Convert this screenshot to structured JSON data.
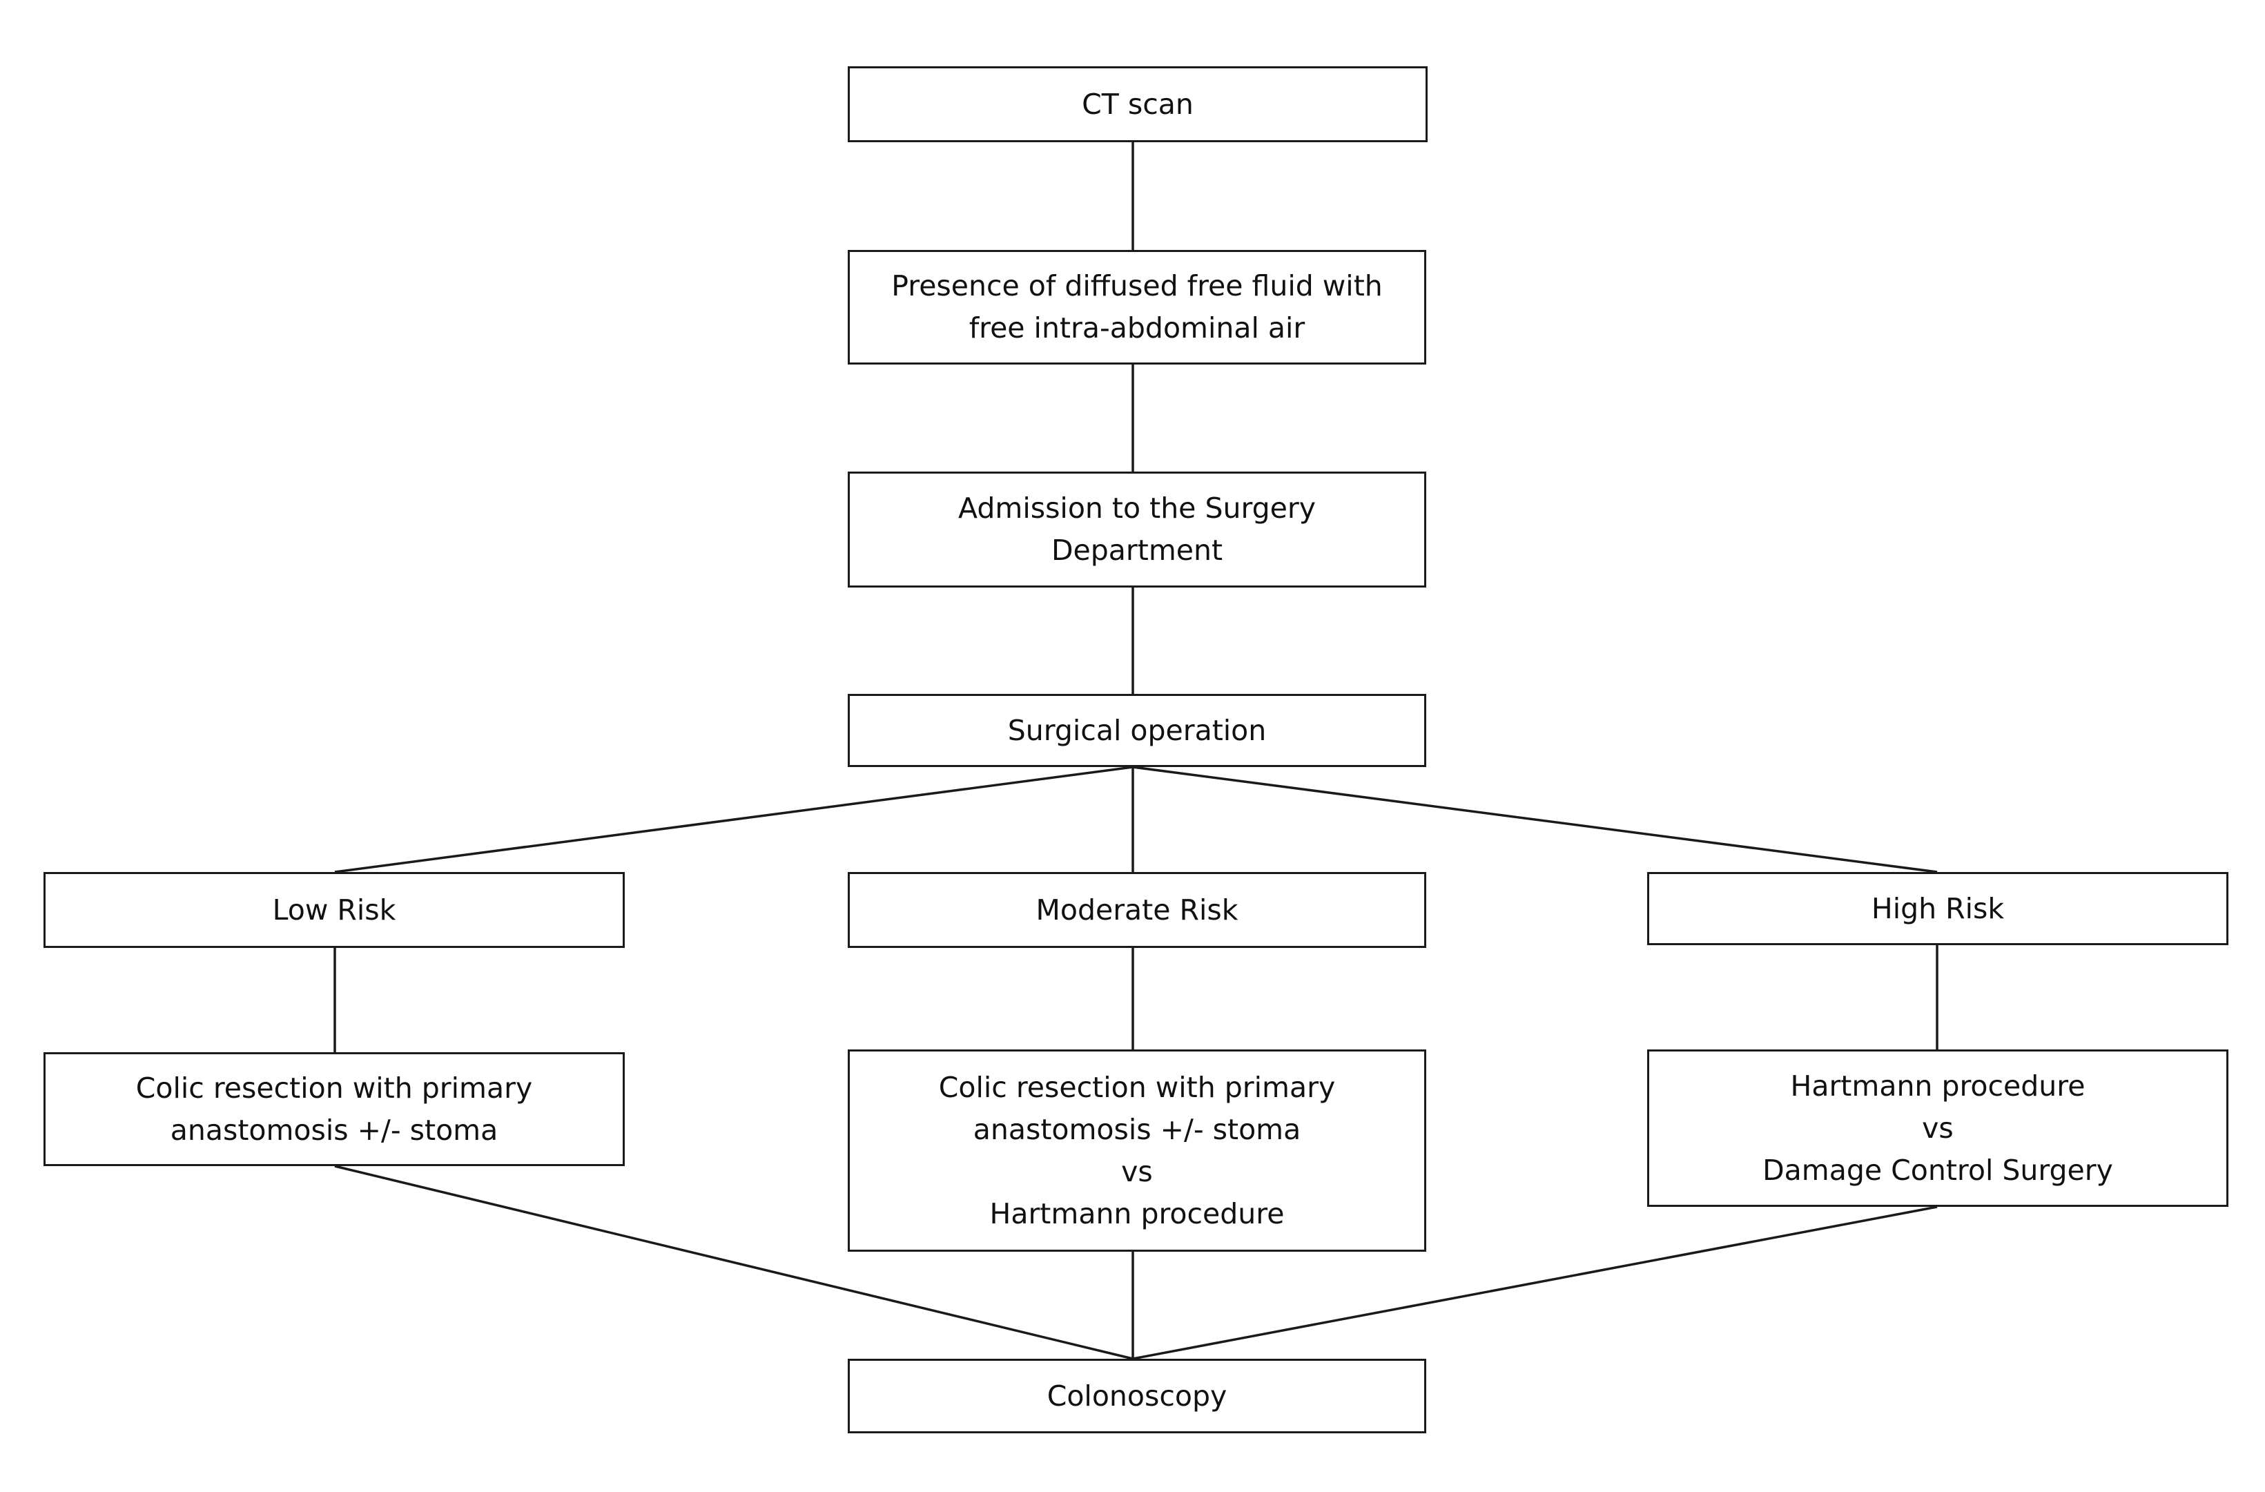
{
  "nodes": {
    "ct_scan": "CT scan",
    "free_fluid": "Presence of diffused free fluid with\nfree intra-abdominal air",
    "admission": "Admission to the Surgery\nDepartment",
    "surgical_operation": "Surgical operation",
    "low_risk": "Low Risk",
    "moderate_risk": "Moderate Risk",
    "high_risk": "High Risk",
    "low_treatment": "Colic resection with primary\nanastomosis +/- stoma",
    "moderate_treatment": "Colic resection with primary\nanastomosis +/- stoma\nvs\nHartmann procedure",
    "high_treatment": "Hartmann procedure\nvs\nDamage Control Surgery",
    "colonoscopy": "Colonoscopy"
  },
  "edges": [
    [
      "ct_scan",
      "free_fluid"
    ],
    [
      "free_fluid",
      "admission"
    ],
    [
      "admission",
      "surgical_operation"
    ],
    [
      "surgical_operation",
      "low_risk"
    ],
    [
      "surgical_operation",
      "moderate_risk"
    ],
    [
      "surgical_operation",
      "high_risk"
    ],
    [
      "low_risk",
      "low_treatment"
    ],
    [
      "moderate_risk",
      "moderate_treatment"
    ],
    [
      "high_risk",
      "high_treatment"
    ],
    [
      "low_treatment",
      "colonoscopy"
    ],
    [
      "moderate_treatment",
      "colonoscopy"
    ],
    [
      "high_treatment",
      "colonoscopy"
    ]
  ],
  "colors": {
    "line": "#1a1a1a",
    "box_fill": "#ffffff",
    "text": "#111111"
  }
}
